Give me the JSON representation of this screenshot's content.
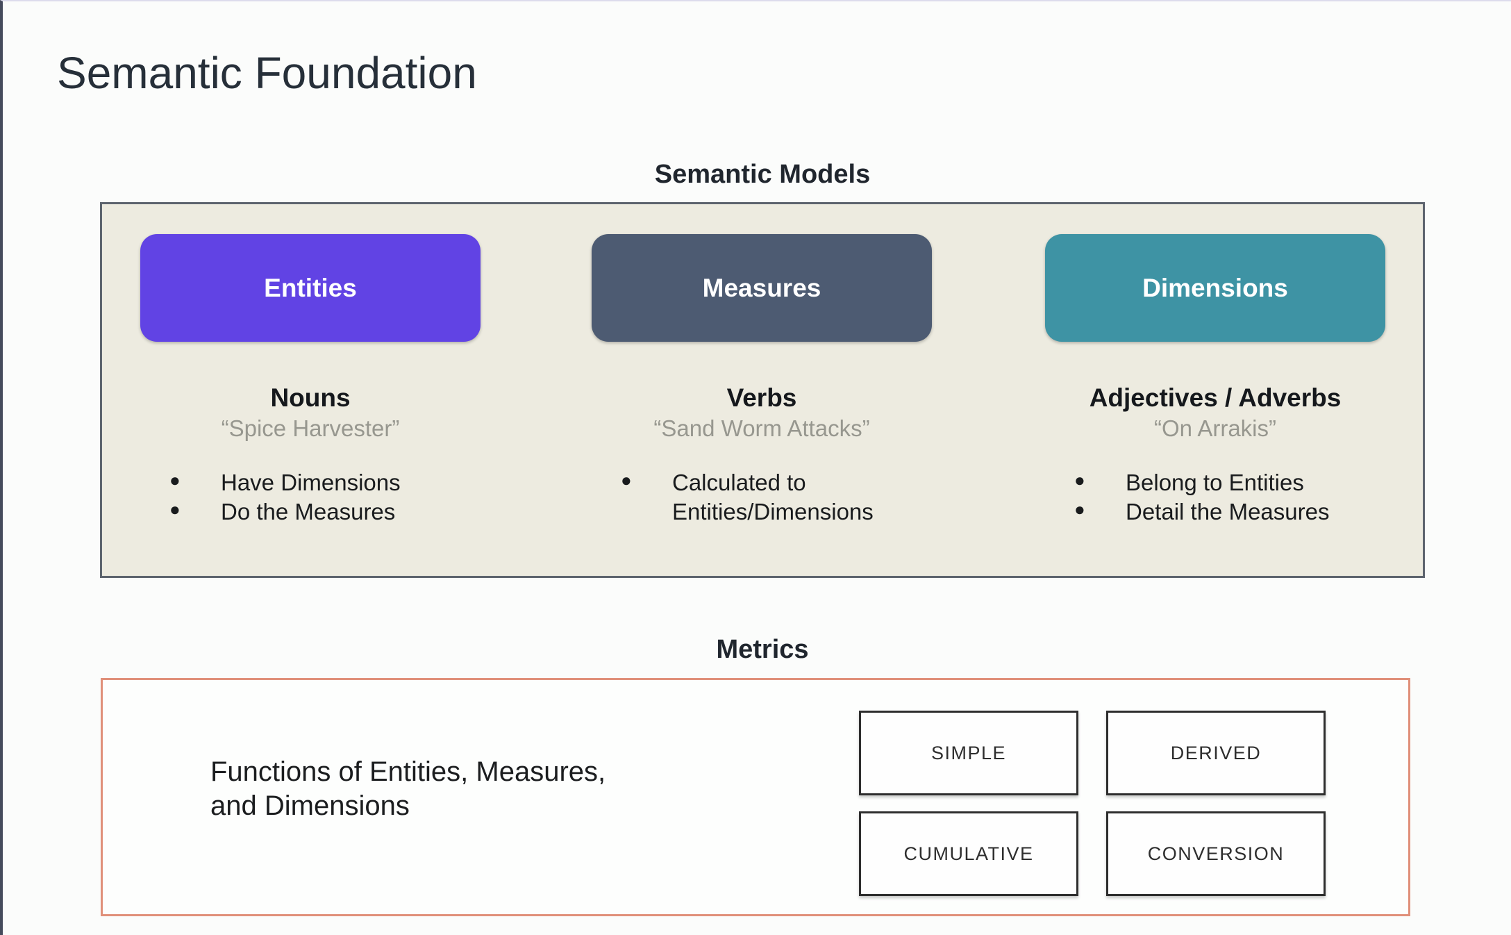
{
  "page": {
    "title": "Semantic Foundation"
  },
  "semantic_models": {
    "heading": "Semantic Models",
    "panel_background": "#edebe0",
    "columns": [
      {
        "button": "Entities",
        "button_color": "#6143e4",
        "subtitle": "Nouns",
        "quote": "“Spice Harvester”",
        "bullets": [
          "Have Dimensions",
          "Do the Measures"
        ]
      },
      {
        "button": "Measures",
        "button_color": "#4d5b72",
        "subtitle": "Verbs",
        "quote": "“Sand Worm Attacks”",
        "bullets": [
          "Calculated to Entities/Dimensions"
        ]
      },
      {
        "button": "Dimensions",
        "button_color": "#3e93a4",
        "subtitle": "Adjectives / Adverbs",
        "quote": "“On Arrakis”",
        "bullets": [
          "Belong to Entities",
          "Detail the Measures"
        ]
      }
    ]
  },
  "metrics": {
    "heading": "Metrics",
    "border_color": "#e0907a",
    "description_line1": "Functions of Entities, Measures,",
    "description_line2": "and Dimensions",
    "types": [
      "SIMPLE",
      "DERIVED",
      "CUMULATIVE",
      "CONVERSION"
    ]
  }
}
